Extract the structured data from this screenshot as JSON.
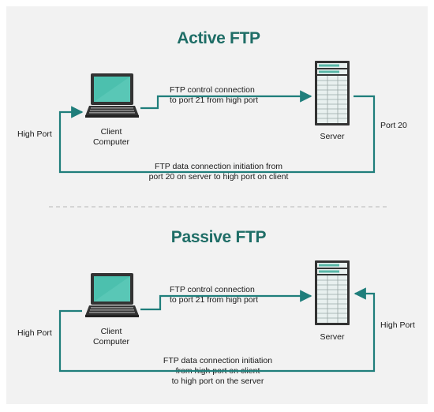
{
  "colors": {
    "title": "#1e6d66",
    "arrow": "#1f7e7b",
    "screen": "#4cc0ae",
    "device": "#333333",
    "server_light": "#e8f0ef",
    "server_accent": "#59b7a7",
    "background": "#f2f2f2"
  },
  "icons": [
    "laptop-icon",
    "server-icon"
  ],
  "active": {
    "title": "Active FTP",
    "client_label": [
      "Client",
      "Computer"
    ],
    "server_label": "Server",
    "left_port": "High Port",
    "right_port": "Port 20",
    "control_text": [
      "FTP control connection",
      "to port 21 from high port"
    ],
    "data_text": [
      "FTP data connection initiation from",
      "port 20 on server to high port on client"
    ]
  },
  "passive": {
    "title": "Passive FTP",
    "client_label": [
      "Client",
      "Computer"
    ],
    "server_label": "Server",
    "left_port": "High Port",
    "right_port": "High Port",
    "control_text": [
      "FTP control connection",
      "to port 21 from high port"
    ],
    "data_text": [
      "FTP data connection initiation",
      "from high port on client",
      "to high port on the server"
    ]
  }
}
